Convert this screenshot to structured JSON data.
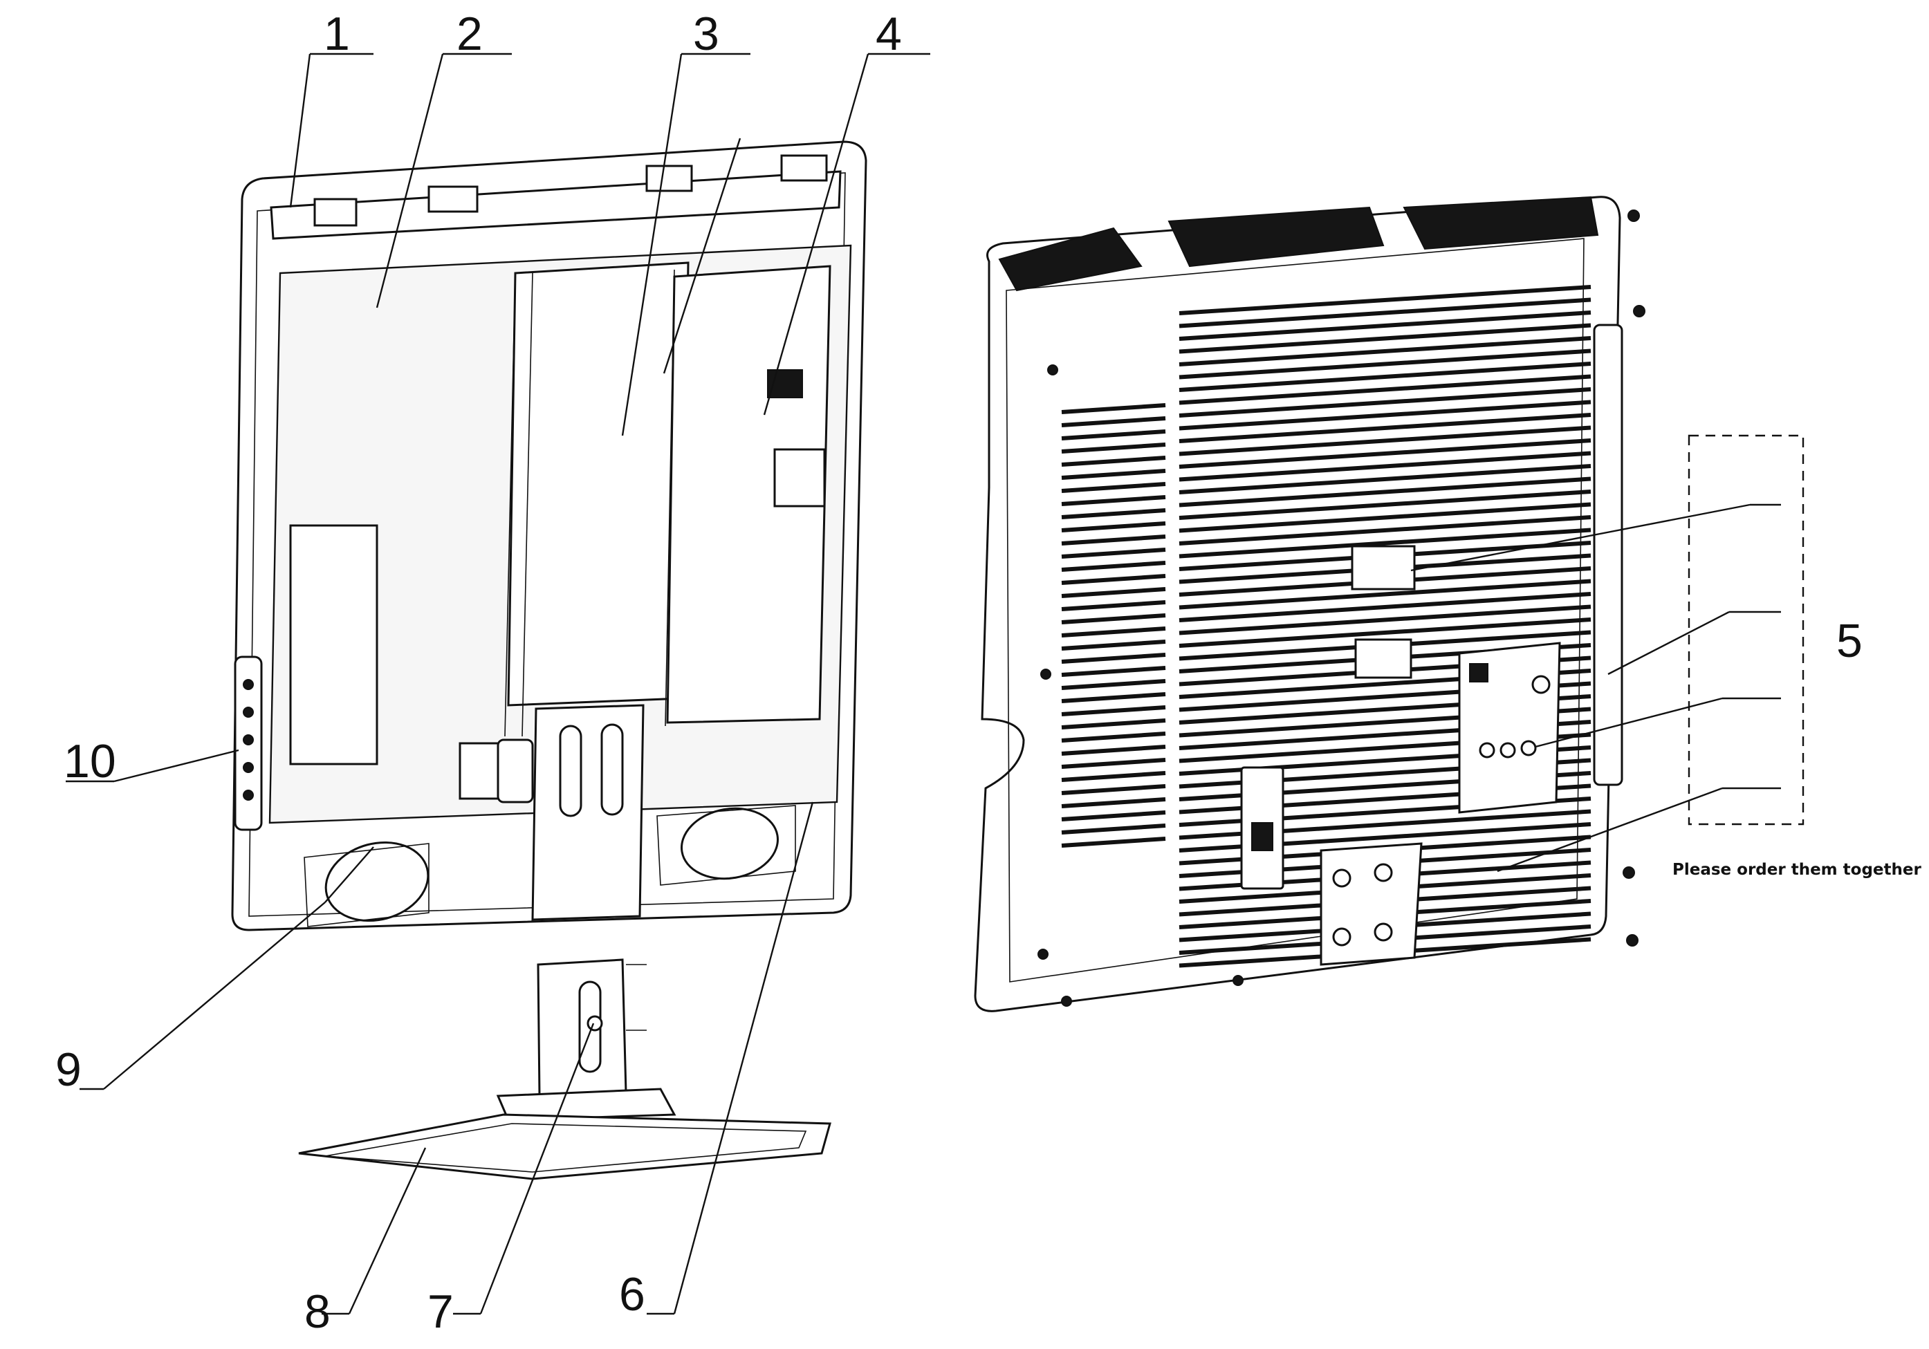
{
  "callouts": [
    {
      "id": "1",
      "label": "1"
    },
    {
      "id": "2",
      "label": "2"
    },
    {
      "id": "3",
      "label": "3"
    },
    {
      "id": "4",
      "label": "4"
    },
    {
      "id": "5",
      "label": "5"
    },
    {
      "id": "6",
      "label": "6"
    },
    {
      "id": "7",
      "label": "7"
    },
    {
      "id": "8",
      "label": "8"
    },
    {
      "id": "9",
      "label": "9"
    },
    {
      "id": "10",
      "label": "10"
    }
  ],
  "note": "Please order them together",
  "colors": {
    "ink": "#111111",
    "paper": "#ffffff"
  }
}
